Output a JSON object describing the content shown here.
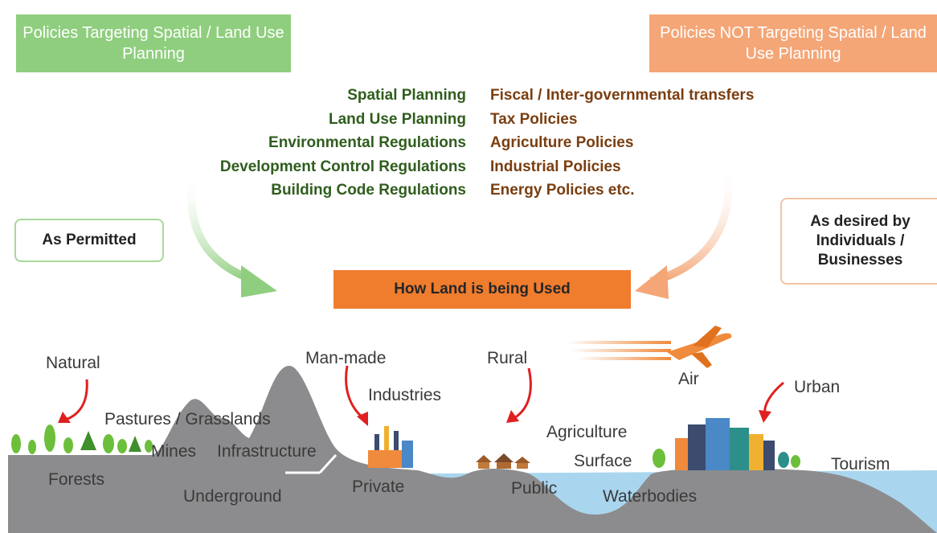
{
  "headers": {
    "left": "Policies Targeting Spatial / Land Use Planning",
    "right": "Policies NOT Targeting Spatial / Land Use Planning"
  },
  "spatial_policies": [
    "Spatial Planning",
    "Land Use Planning",
    "Environmental Regulations",
    "Development Control Regulations",
    "Building Code Regulations"
  ],
  "other_policies": [
    "Fiscal / Inter-governmental transfers",
    "Tax Policies",
    "Agriculture Policies",
    "Industrial Policies",
    "Energy Policies etc."
  ],
  "side_labels": {
    "permitted": "As Permitted",
    "desired": "As desired by Individuals / Businesses"
  },
  "center_label": "How Land is being Used",
  "landscape_labels": {
    "natural": "Natural",
    "pastures": "Pastures / Grasslands",
    "mines": "Mines",
    "infrastructure": "Infrastructure",
    "forests": "Forests",
    "underground": "Underground",
    "man_made": "Man-made",
    "industries": "Industries",
    "private": "Private",
    "rural": "Rural",
    "agriculture": "Agriculture",
    "public": "Public",
    "surface": "Surface",
    "waterbodies": "Waterbodies",
    "air": "Air",
    "urban": "Urban",
    "tourism": "Tourism"
  },
  "colors": {
    "green_header": "#8fce7e",
    "orange_header": "#f4a677",
    "green_text": "#2f5d1d",
    "brown_text": "#7a3e10",
    "center_box": "#f07d2e",
    "terrain": "#8c8c8e",
    "water": "#a9d6ee",
    "red_arrow": "#e02020"
  }
}
